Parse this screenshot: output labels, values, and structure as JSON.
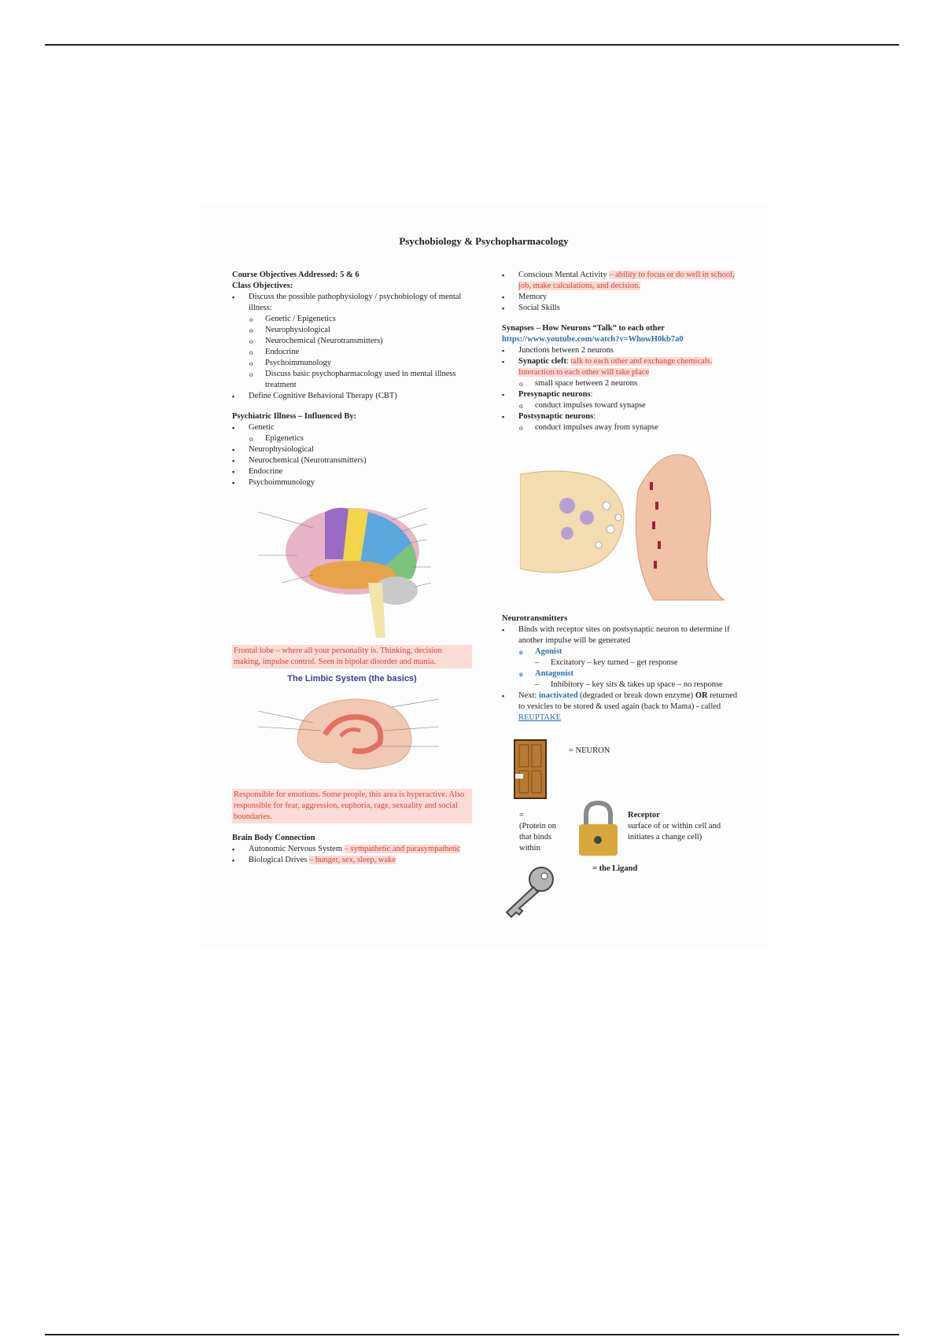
{
  "document": {
    "title": "Psychobiology & Psychopharmacology",
    "left": {
      "course_objectives": "Course Objectives Addressed:  5 & 6",
      "class_objectives": "Class Objectives:",
      "obj1": "Discuss the possible pathophysiology / psychobiology of mental illness:",
      "obj1_sub": [
        "Genetic / Epigenetics",
        "Neurophysiological",
        "Neurochemical (Neurotransmitters)",
        "Endocrine",
        "Psychoimmunology",
        "Discuss basic psychopharmacology used in mental illness treatment"
      ],
      "obj2": "Define Cognitive Behavioral Therapy (CBT)",
      "illness_heading": "Psychiatric Illness – Influenced By:",
      "illness_genetic": "Genetic",
      "illness_epigenetics": "Epigenetics",
      "illness_items": [
        "Neurophysiological",
        "Neurochemical (Neurotransmitters)",
        "Endocrine",
        "Psychoimmunology"
      ],
      "frontal_note": "Frontal lobe – where all your personality is. Thinking, decision making, impulse control. Seen in bipolar disorder and mania.",
      "limbic_title": "The Limbic System (the basics)",
      "limbic_note": "Responsible for emotions. Some people, this area is hyperactive. Also responsible for fear, aggression, euphoria, rage, sexuality and social boundaries.",
      "brain_body_heading": "Brain Body Connection",
      "ans": "Autonomic Nervous System",
      "ans_note": "– sympathetic and parasympathetic",
      "drives": "Biological Drives",
      "drives_note": "– hunger, sex, sleep, wake"
    },
    "right": {
      "cma": "Conscious Mental Activity",
      "cma_note": "– ability to focus or do well in school, job, make calculations, and decision.",
      "memory": "Memory",
      "social": "Social Skills",
      "synapses_heading": "Synapses – How Neurons “Talk” to each other",
      "url": "https://www.youtube.com/watch?v=WhowH0kb7a0",
      "junctions": "Junctions between 2 neurons",
      "cleft_label": "Synaptic cleft",
      "cleft_note": "talk to each other and exchange chemicals. Interaction to each other will take place",
      "cleft_sub": "small space between 2 neurons",
      "pre_label": "Presynaptic neurons",
      "pre_sub": "conduct impulses toward synapse",
      "post_label": "Postsynaptic neurons",
      "post_sub": "conduct impulses away from synapse",
      "nt_heading": "Neurotransmitters",
      "nt_binds": "Binds with receptor sites on postsynaptic neuron to determine if another impulse will be generated",
      "agonist": "Agonist",
      "agonist_sub": "Excitatory – key turned – get response",
      "antagonist": "Antagonist",
      "antagonist_sub": "Inhibitory – key sits & takes up space – no response",
      "next_prefix": "Next:",
      "inactivated": "inactivated",
      "next_mid": "(degraded or break down enzyme)",
      "or": "OR",
      "next_rest": "returned to vesicles to be stored & used again (back to Mama) - called",
      "reuptake": "REUPTAKE",
      "neuron_eq": "= NEURON",
      "eq": "=",
      "protein": "(Protein on that binds within",
      "receptor": "Receptor",
      "receptor_desc": "surface of or within cell and initiates a change cell)",
      "ligand": "= the Ligand"
    }
  }
}
